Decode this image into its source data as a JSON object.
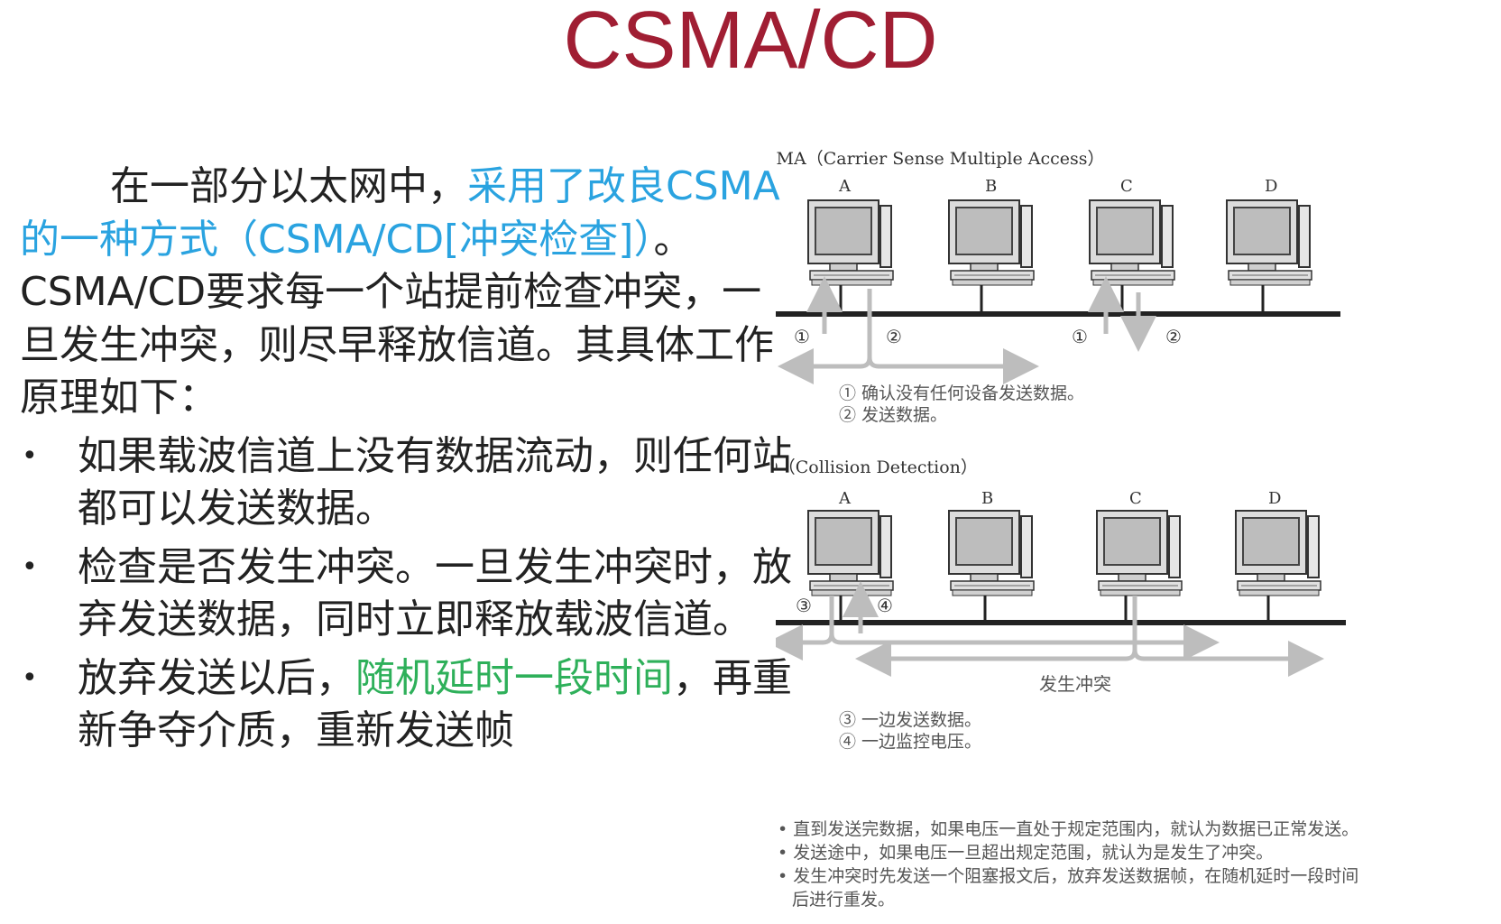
{
  "title": "CSMA/CD",
  "intro": {
    "p1": "在一部分以太网中，",
    "p2_blue": "采用了改良CSMA的一种方式（CSMA/CD[冲突检查]）",
    "p3": "。CSMA/CD要求每一个站提前检查冲突，一旦发生冲突，则尽早释放信道。其具体工作原理如下："
  },
  "bullets": [
    {
      "text": "如果载波信道上没有数据流动，则任何站都可以发送数据。"
    },
    {
      "text": "检查是否发生冲突。一旦发生冲突时，放弃发送数据，同时立即释放载波信道。"
    },
    {
      "pre": "放弃发送以后，",
      "green": "随机延时一段时间",
      "post": "，再重新争夺介质，重新发送帧"
    }
  ],
  "diagram": {
    "csma": {
      "caption": "CSMA（Carrier Sense Multiple Access）",
      "stations": [
        "A",
        "B",
        "C",
        "D"
      ],
      "markers": [
        "①",
        "②",
        "①",
        "②"
      ],
      "notes": [
        "① 确认没有任何设备发送数据。",
        "② 发送数据。"
      ]
    },
    "cd": {
      "caption": "CD（Collision Detection）",
      "stations": [
        "A",
        "B",
        "C",
        "D"
      ],
      "markers": [
        "③",
        "④"
      ],
      "collision_label": "发生冲突",
      "notes": [
        "③ 一边发送数据。",
        "④ 一边监控电压。"
      ]
    },
    "bottom_notes": [
      "• 直到发送完数据，如果电压一直处于规定范围内，就认为数据已正常发送。",
      "• 发送途中，如果电压一旦超出规定范围，就认为是发生了冲突。",
      "• 发生冲突时先发送一个阻塞报文后，放弃发送数据帧，在随机延时一段时间",
      "后进行重发。"
    ]
  }
}
